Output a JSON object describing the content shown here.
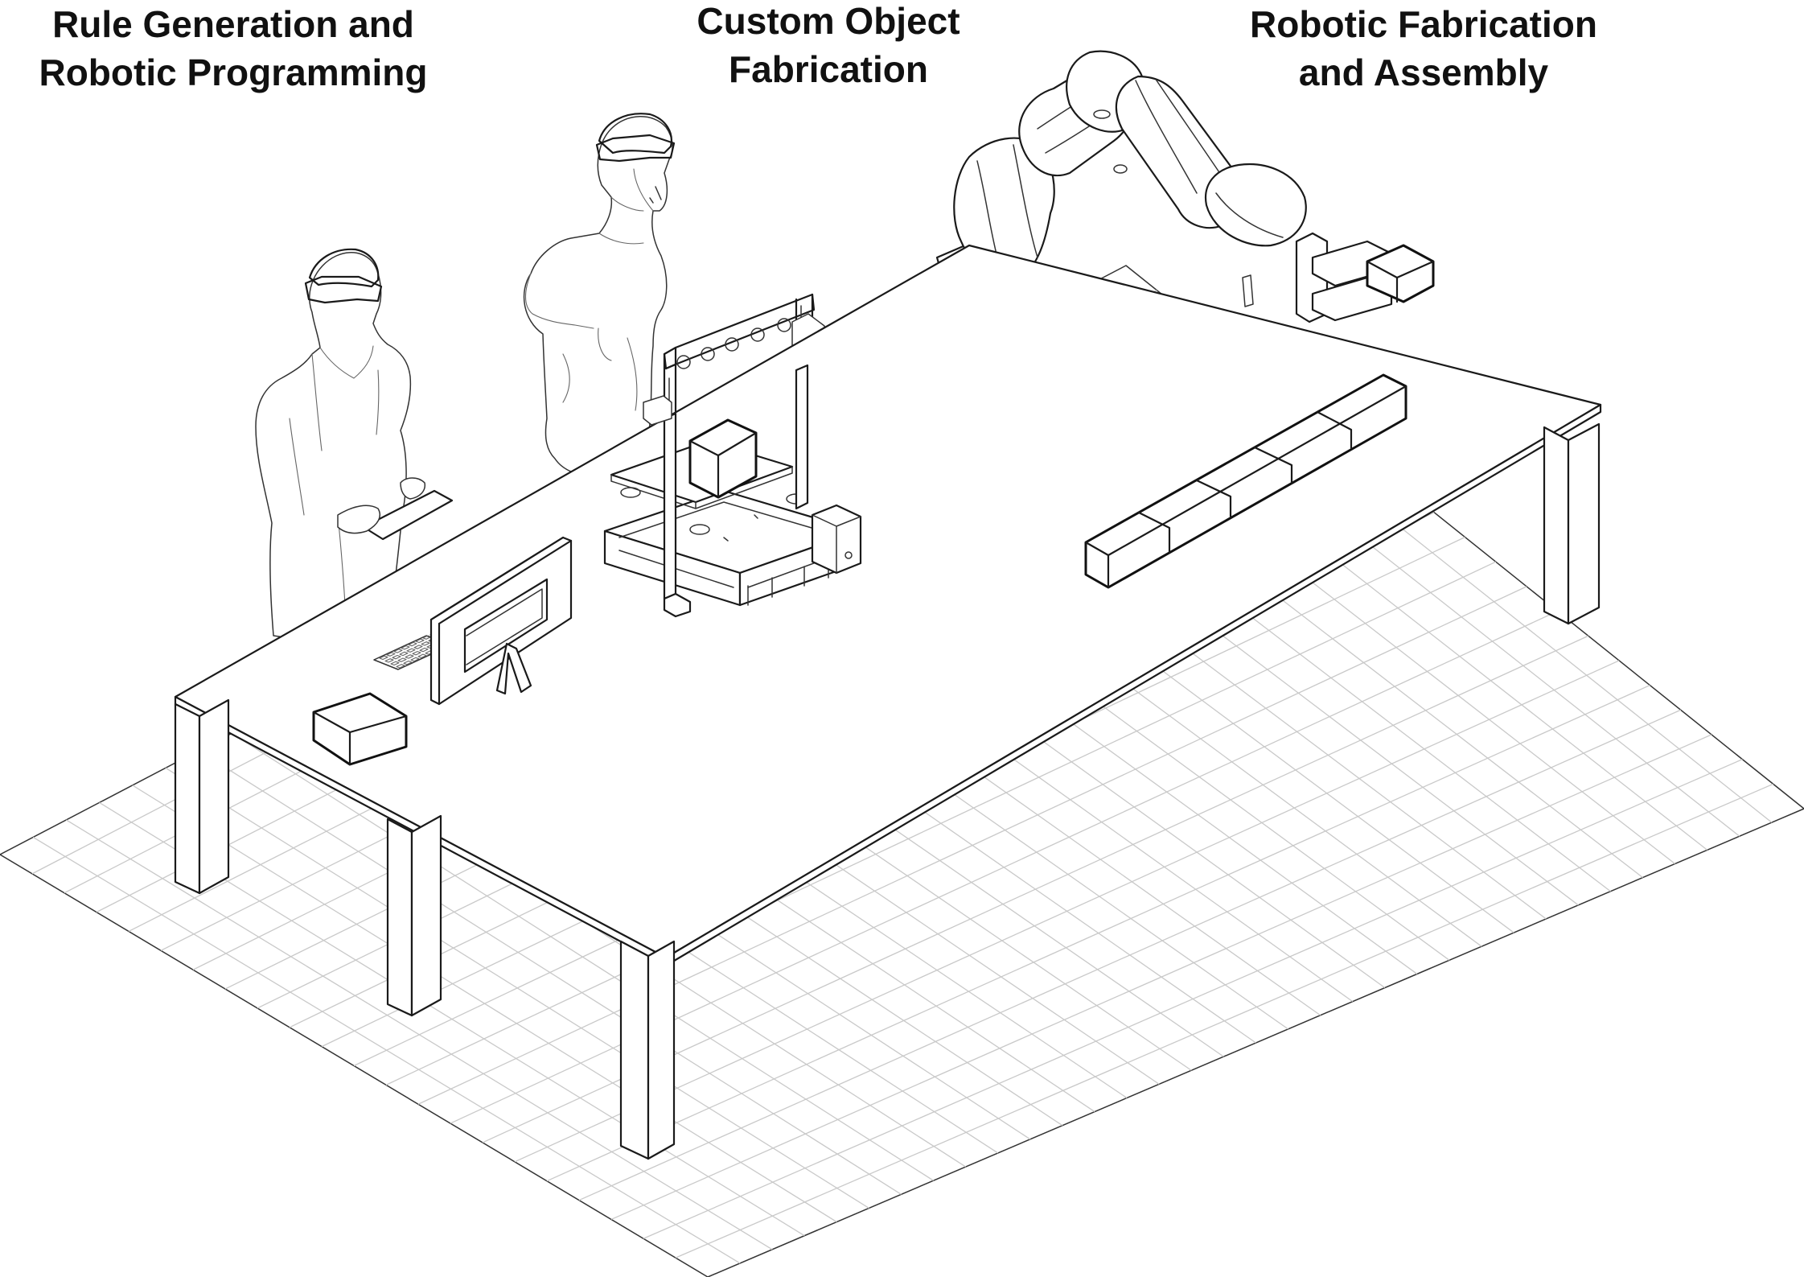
{
  "labels": {
    "rule_generation": [
      "Rule Generation and",
      "Robotic Programming"
    ],
    "custom_object": [
      "Custom Object",
      "Fabrication"
    ],
    "robotic_assembly": [
      "Robotic Fabrication",
      "and Assembly"
    ]
  },
  "colors": {
    "ink": "#111111",
    "grid": "#c9c9c9",
    "background": "#ffffff"
  }
}
